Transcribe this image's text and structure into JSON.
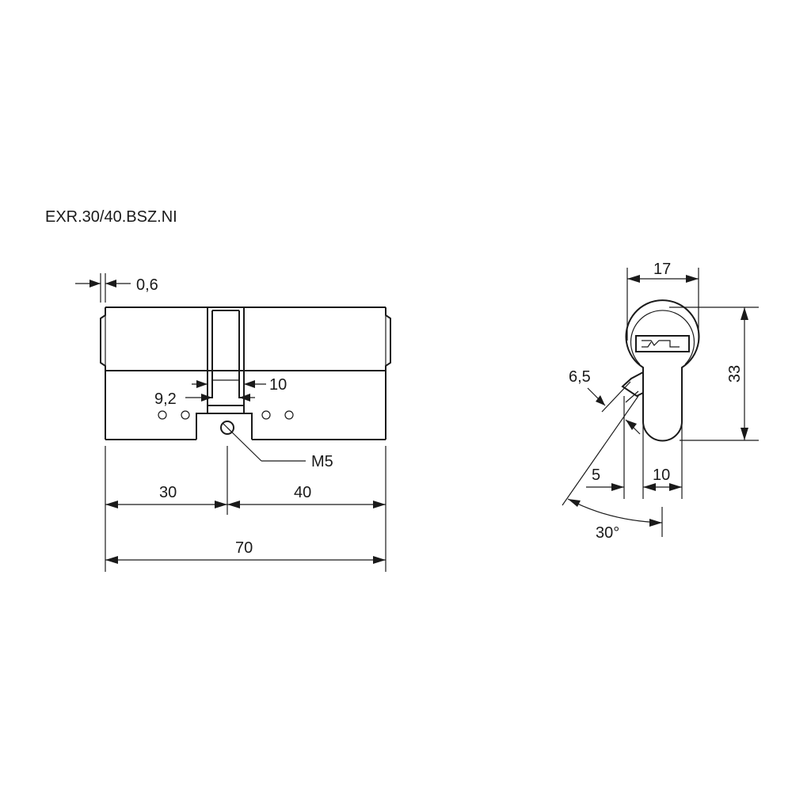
{
  "title": "EXR.30/40.BSZ.NI",
  "front_view": {
    "dim_step": "0,6",
    "dim_cam_width": "10",
    "dim_cam_inner": "9,2",
    "dim_screw": "M5",
    "dim_left": "30",
    "dim_right": "40",
    "dim_total": "70"
  },
  "side_view": {
    "dim_width": "17",
    "dim_height": "33",
    "dim_cam_thickness": "6,5",
    "dim_cam_offset": "5",
    "dim_body_width": "10",
    "dim_angle": "30°"
  }
}
